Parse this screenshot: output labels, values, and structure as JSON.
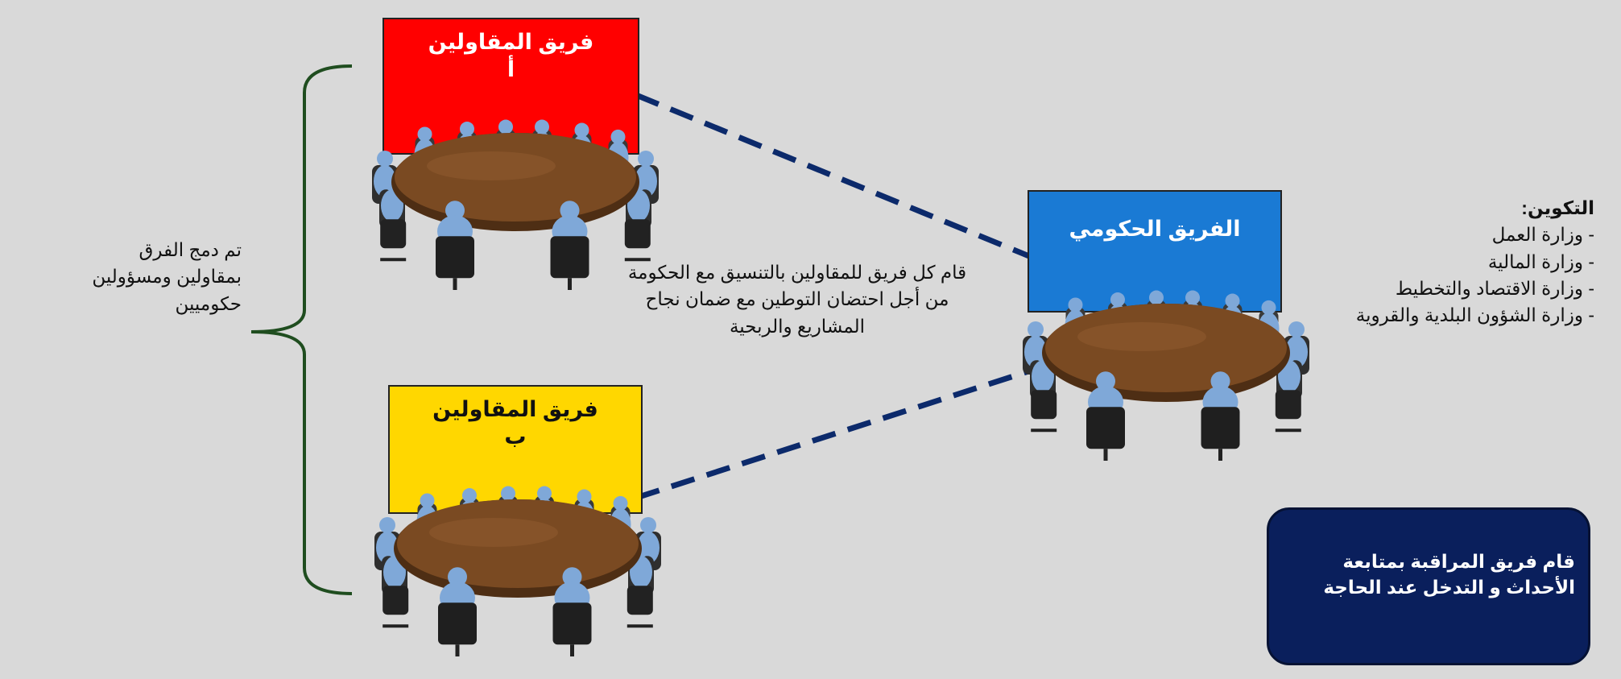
{
  "teams": {
    "contractors_a": {
      "line1": "فريق المقاولين",
      "line2": "أ",
      "color": "#ff0000"
    },
    "contractors_b": {
      "line1": "فريق المقاولين",
      "line2": "ب",
      "color": "#ffd700"
    },
    "government": {
      "line1": "الفريق الحكومي",
      "color": "#1a7ad4"
    }
  },
  "merge_note": {
    "line1": "تم دمج الفرق",
    "line2": "بمقاولين ومسؤولين",
    "line3": "حكوميين"
  },
  "coordination_note": {
    "line1": "قام كل فريق للمقاولين بالتنسيق مع الحكومة",
    "line2": "من أجل احتضان التوطين مع ضمان نجاح",
    "line3": "المشاريع والربحية"
  },
  "composition": {
    "heading": "التكوين:",
    "items": [
      "- وزارة العمل",
      "- وزارة المالية",
      "- وزارة الاقتصاد والتخطيط",
      "- وزارة الشؤون البلدية والقروية"
    ]
  },
  "monitoring": {
    "text": "قام فريق المراقبة بمتابعة الأحداث و التدخل عند الحاجة",
    "color": "#0a1f5c"
  },
  "colors": {
    "dash_line": "#0c2a6b",
    "bracket": "#1f4d1f",
    "person": "#7fa8d8",
    "table_top": "#7a4a22"
  }
}
